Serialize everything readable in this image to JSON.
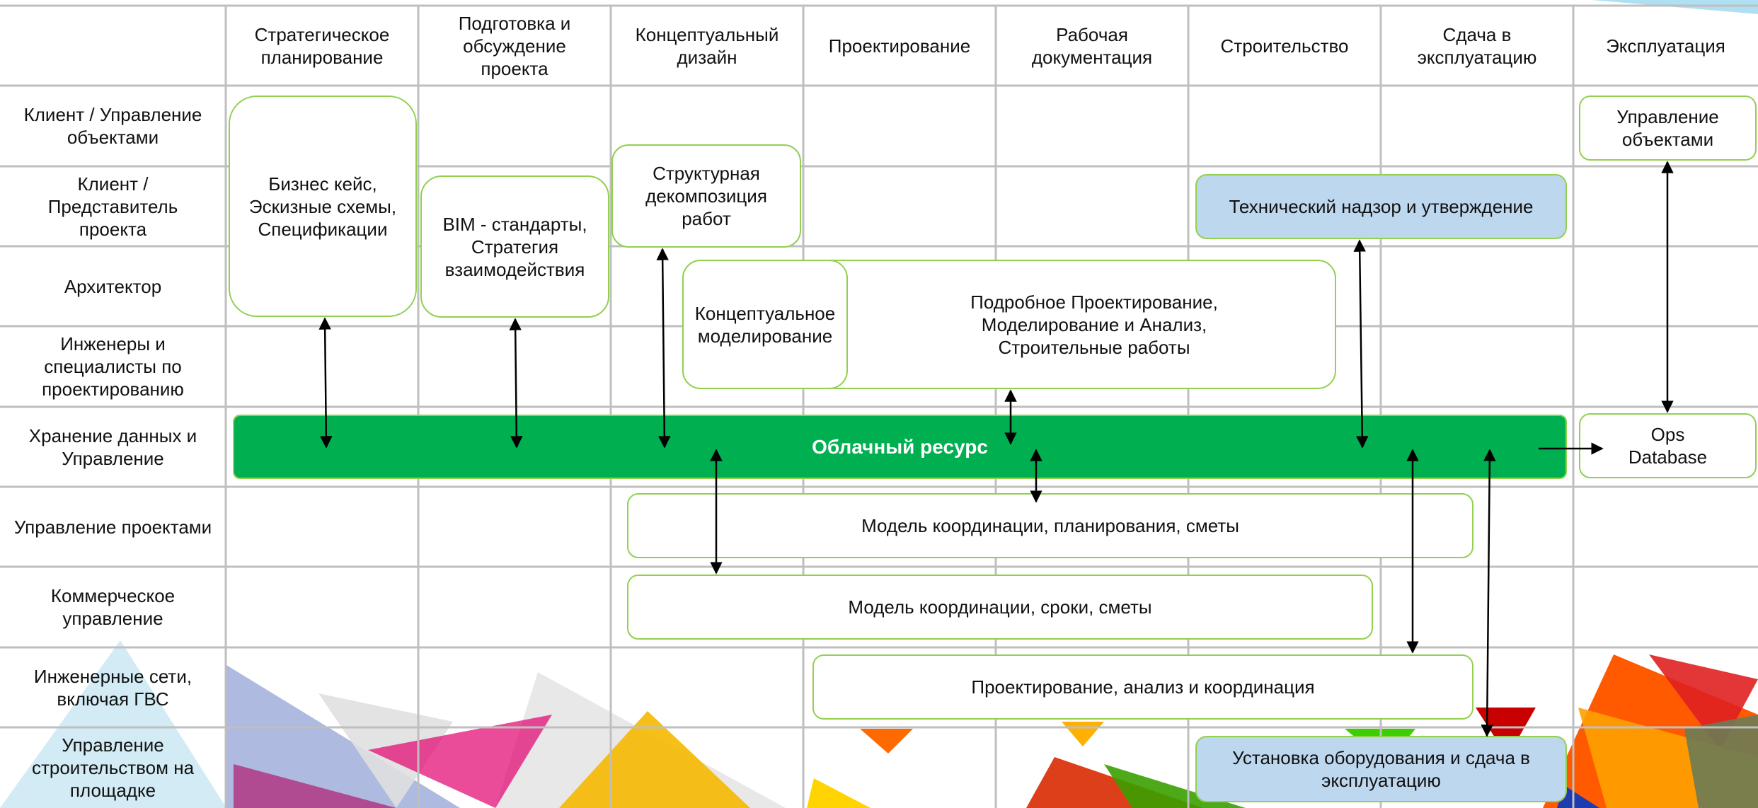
{
  "colors": {
    "grid": "#bfbfbf",
    "box_border": "#92d050",
    "cloud": "#00b050",
    "blue": "#bdd7ee",
    "arrow": "#000000"
  },
  "columns": [
    "Стратегическое\nпланирование",
    "Подготовка и\nобсуждение\nпроекта",
    "Концептуальный\nдизайн",
    "Проектирование",
    "Рабочая\nдокументация",
    "Строительство",
    "Сдача в\nэксплуатацию",
    "Эксплуатация"
  ],
  "rows": [
    "Клиент / Управление\nобъектами",
    "Клиент /\nПредставитель\nпроекта",
    "Архитектор",
    "Инженеры и\nспециалисты по\nпроектированию",
    "Хранение данных и\nУправление",
    "Управление проектами",
    "Коммерческое\nуправление",
    "Инженерные сети,\nвключая ГВС",
    "Управление\nстроительством на\nплощадке"
  ],
  "boxes": {
    "business_case": "Бизнес кейс,\nЭскизные схемы,\nСпецификации",
    "bim_standards": "BIM - стандарты,\nСтратегия\nвзаимодействия",
    "wbs": "Структурная\nдекомпозиция\nработ",
    "detailed_design": "Подробное Проектирование,\nМоделирование и Анализ,\nСтроительные работы",
    "conceptual_modeling": "Концептуальное\nмоделирование",
    "facility_management": "Управление\nобъектами",
    "technical_supervision": "Технический надзор и утверждение",
    "cloud": "Облачный ресурс",
    "ops_database": "Ops\nDatabase",
    "coordination_planning": "Модель координации, планирования, сметы",
    "coordination_schedule": "Модель координации, сроки, сметы",
    "design_analysis": "Проектирование, анализ и координация",
    "installation": "Установка оборудования и сдача в\nэксплуатацию"
  }
}
